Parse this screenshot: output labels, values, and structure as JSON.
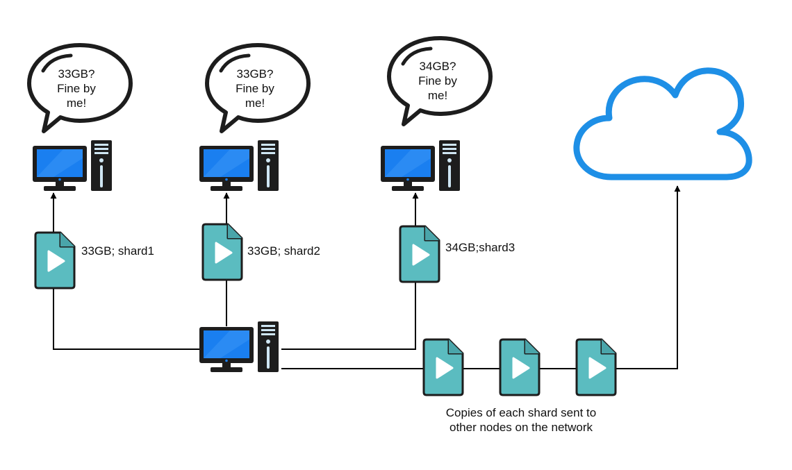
{
  "nodes": [
    {
      "bubble": [
        "33GB?",
        "Fine by",
        "me!"
      ],
      "shard_label": "33GB; shard1"
    },
    {
      "bubble": [
        "33GB?",
        "Fine by",
        "me!"
      ],
      "shard_label": "33GB; shard2"
    },
    {
      "bubble": [
        "34GB?",
        "Fine by",
        "me!"
      ],
      "shard_label": "34GB;shard3"
    }
  ],
  "caption": [
    "Copies of each shard sent to",
    "other nodes on the network"
  ],
  "icons": {
    "computer": "desktop-computer-icon",
    "file": "video-file-icon",
    "cloud": "cloud-icon",
    "bubble": "speech-bubble-icon"
  },
  "colors": {
    "screen": "#1a7ff0",
    "file": "#5bbcc0",
    "cloud": "#1e8fe6",
    "line": "#000000",
    "device": "#1d1d1d"
  }
}
